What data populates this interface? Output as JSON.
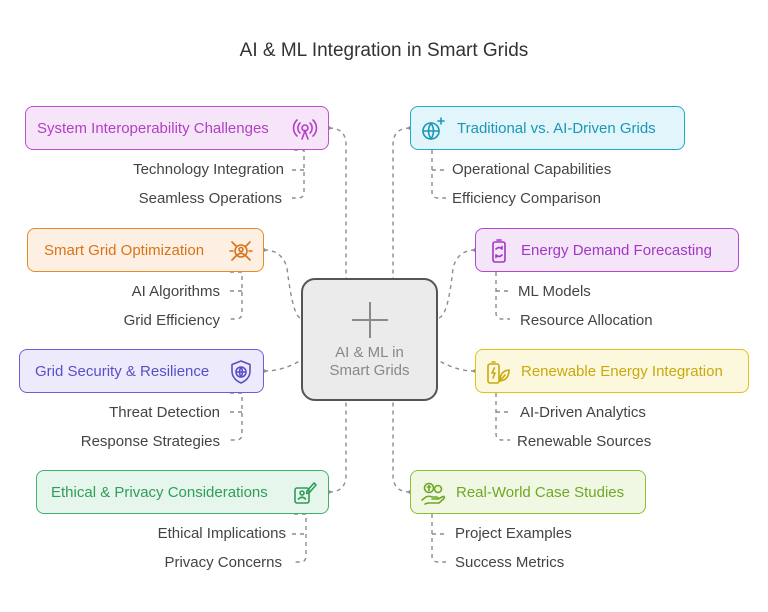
{
  "title": "AI & ML Integration in Smart Grids",
  "center": {
    "label": "AI & ML in\nSmart Grids"
  },
  "branches": {
    "interop": {
      "label": "System Interoperability Challenges",
      "icon": "signal-broadcast-icon",
      "color": "#c04ed0",
      "fill": "#f6e5f9",
      "items": [
        "Technology Integration",
        "Seamless Operations"
      ]
    },
    "optimization": {
      "label": "Smart Grid Optimization",
      "icon": "target-gear-icon",
      "color": "#e8882a",
      "fill": "#fdf0e2",
      "items": [
        "AI Algorithms",
        "Grid Efficiency"
      ]
    },
    "security": {
      "label": "Grid Security & Resilience",
      "icon": "shield-globe-icon",
      "color": "#6b5fd6",
      "fill": "#edebfb",
      "items": [
        "Threat Detection",
        "Response Strategies"
      ]
    },
    "ethics": {
      "label": "Ethical & Privacy Considerations",
      "icon": "id-card-pen-icon",
      "color": "#3fb36b",
      "fill": "#e6f6ec",
      "items": [
        "Ethical Implications",
        "Privacy Concerns"
      ]
    },
    "traditional": {
      "label": "Traditional vs. AI-Driven Grids",
      "icon": "globe-sparkle-icon",
      "color": "#20a9cc",
      "fill": "#e2f5fa",
      "items": [
        "Operational Capabilities",
        "Efficiency Comparison"
      ]
    },
    "forecasting": {
      "label": "Energy Demand Forecasting",
      "icon": "battery-cycle-icon",
      "color": "#b347d2",
      "fill": "#f4e5f9",
      "items": [
        "ML Models",
        "Resource Allocation"
      ]
    },
    "renewable": {
      "label": "Renewable Energy Integration",
      "icon": "battery-leaf-icon",
      "color": "#e1c21d",
      "fill": "#fcf8dd",
      "items": [
        "AI-Driven Analytics",
        "Renewable Sources"
      ]
    },
    "casestudies": {
      "label": "Real-World Case Studies",
      "icon": "money-hand-icon",
      "color": "#86c232",
      "fill": "#f0f8e4",
      "items": [
        "Project Examples",
        "Success Metrics"
      ]
    }
  }
}
